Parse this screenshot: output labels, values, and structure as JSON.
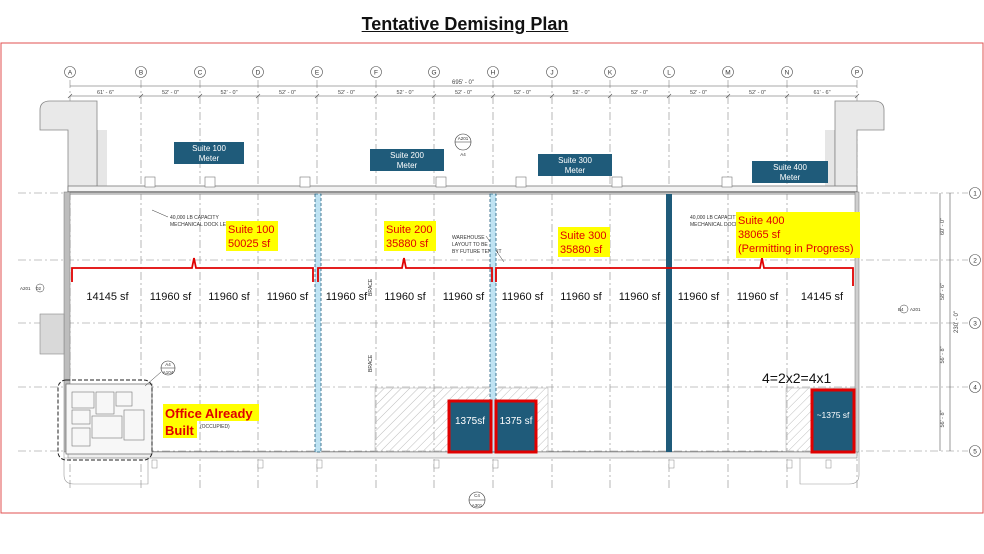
{
  "title": "Tentative Demising Plan",
  "grid": {
    "columns": [
      "A",
      "B",
      "C",
      "D",
      "E",
      "F",
      "G",
      "H",
      "J",
      "K",
      "L",
      "M",
      "N",
      "P"
    ],
    "rows": [
      "1",
      "2",
      "3",
      "4",
      "5"
    ],
    "overall_dim": "695' - 0\"",
    "bay_dims": [
      "61' - 6\"",
      "52' - 0\"",
      "52' - 0\"",
      "52' - 0\"",
      "52' - 0\"",
      "52' - 0\"",
      "52' - 0\"",
      "52' - 0\"",
      "52' - 0\"",
      "52' - 0\"",
      "52' - 0\"",
      "52' - 0\"",
      "61' - 6\""
    ],
    "row_dims": [
      "60' - 0\"",
      "58' - 6\"",
      "56' - 8\"",
      "56' - 8\""
    ],
    "overall_depth": "230' - 0\""
  },
  "meters": [
    {
      "line1": "Suite 100",
      "line2": "Meter"
    },
    {
      "line1": "Suite 200",
      "line2": "Meter"
    },
    {
      "line1": "Suite 300",
      "line2": "Meter"
    },
    {
      "line1": "Suite 400",
      "line2": "Meter"
    }
  ],
  "suites": [
    {
      "line1": "Suite 100",
      "line2": "50025 sf"
    },
    {
      "line1": "Suite 200",
      "line2": "35880 sf"
    },
    {
      "line1": "Suite 300",
      "line2": "35880 sf"
    },
    {
      "line1": "Suite 400",
      "line2": "38065 sf",
      "line3": "(Permitting in Progress)"
    }
  ],
  "bay_areas": [
    "14145 sf",
    "11960 sf",
    "11960 sf",
    "11960 sf",
    "11960 sf",
    "11960 sf",
    "11960 sf",
    "11960 sf",
    "11960 sf",
    "11960 sf",
    "11960 sf",
    "11960 sf",
    "14145 sf"
  ],
  "small_units": [
    "1375sf",
    "1375 sf",
    "~1375 sf"
  ],
  "equation": "4=2x2=4x1",
  "office": {
    "line1": "Office Already",
    "line2": "Built"
  },
  "notes": {
    "dock_left": [
      "40,000 LB CAPACITY",
      "MECHANICAL DOCK LEVELER"
    ],
    "dock_right": [
      "40,000 LB CAPACITY",
      "MECHANICAL DOCK LEVELER"
    ],
    "warehouse": [
      "WAREHOUSE",
      "LAYOUT TO BE",
      "BY FUTURE TENANT"
    ],
    "brace": "BRACE",
    "occupied": "(OCCUPIED)"
  },
  "markers": {
    "a201_top": "A201",
    "a201_top_sub": "A4",
    "a201_left": "A201",
    "a201_left_sub": "02",
    "a201_right": "A201",
    "a201_right_sub": "B4",
    "a104": "A104",
    "a104_sub": "A4",
    "a301": "A301",
    "a301_sub": "C4"
  },
  "colors": {
    "meter_fill": "#1f5b7a",
    "highlight": "#ffff00",
    "annotation_red": "#e00000",
    "demising_blue": "#1f5b7a",
    "dashed_blue": "#7fc7e8",
    "border_red": "#e05050"
  }
}
